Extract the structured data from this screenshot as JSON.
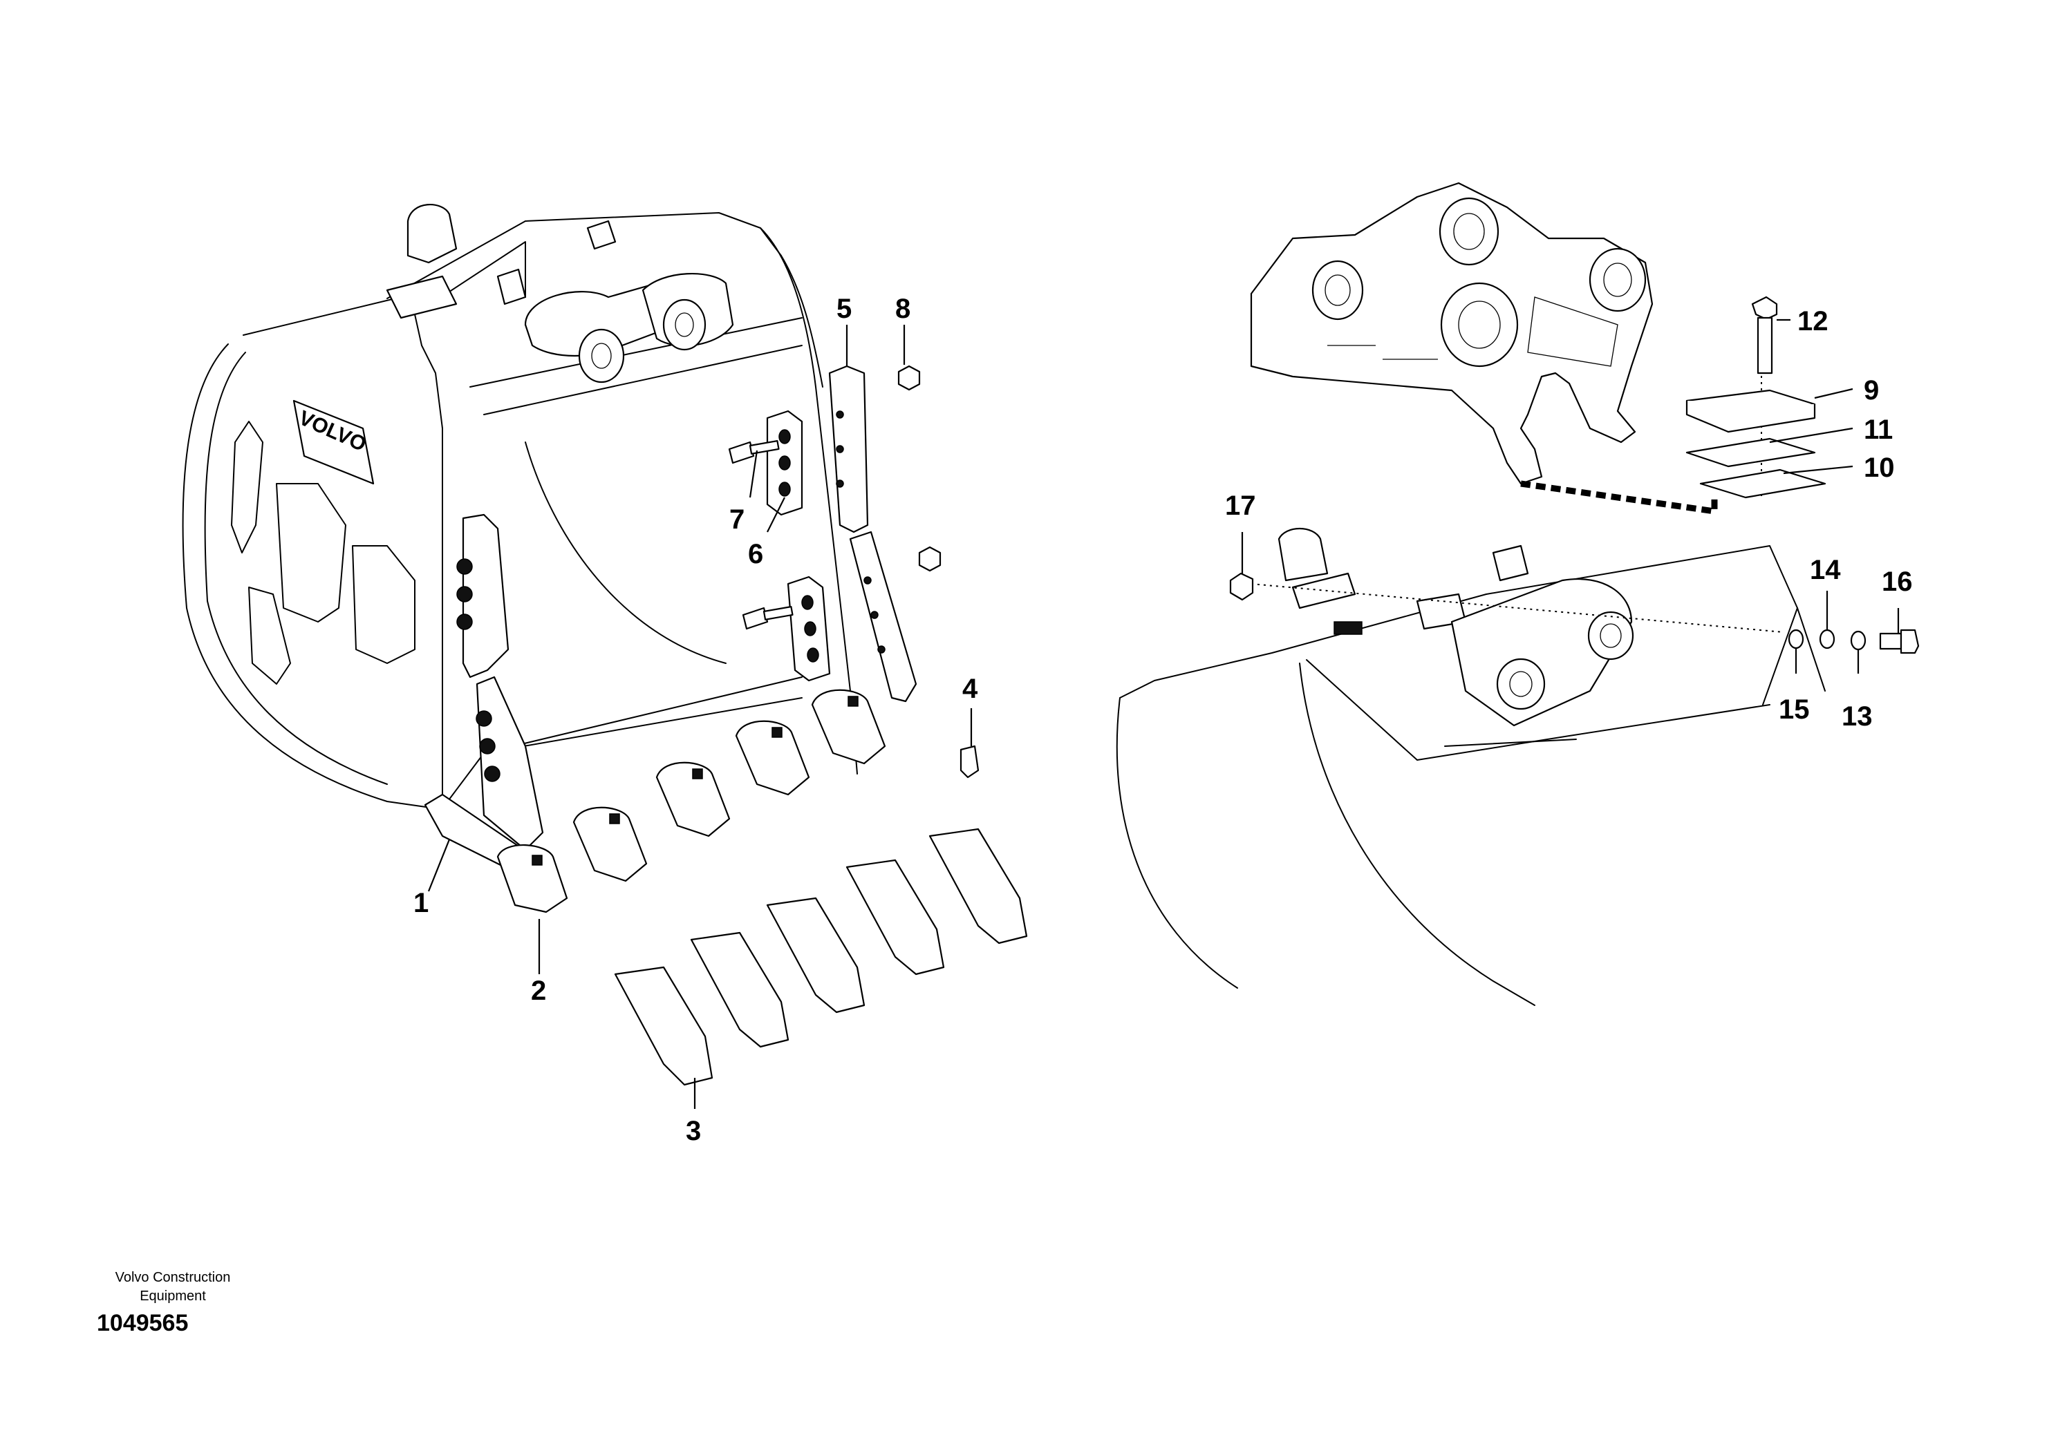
{
  "footer": {
    "company_line1": "Volvo Construction",
    "company_line2": "Equipment",
    "figure_number": "1049565"
  },
  "bucket": {
    "logo_text": "VOLVO"
  },
  "callouts": {
    "c1": "1",
    "c2": "2",
    "c3": "3",
    "c4": "4",
    "c5": "5",
    "c6": "6",
    "c7": "7",
    "c8": "8",
    "c9": "9",
    "c10": "10",
    "c11": "11",
    "c12": "12",
    "c13": "13",
    "c14": "14",
    "c15": "15",
    "c16": "16",
    "c17": "17"
  }
}
